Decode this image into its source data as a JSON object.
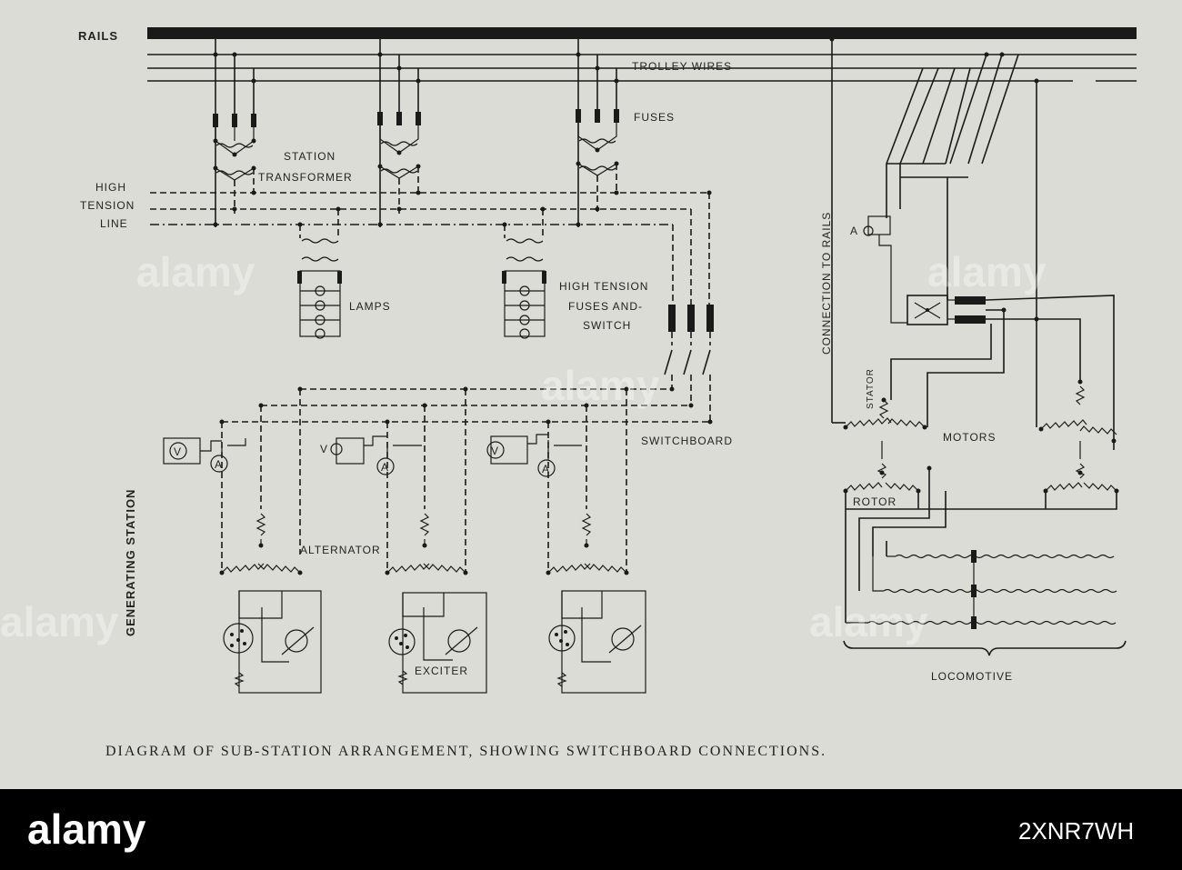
{
  "labels": {
    "rails": "RAILS",
    "trolley_wires": "TROLLEY  WIRES",
    "fuses": "FUSES",
    "station": "STATION",
    "transformer": "TRANSFORMER",
    "high": "HIGH",
    "tension": "TENSION",
    "line": "LINE",
    "lamps": "LAMPS",
    "ht_fuses_1": "HIGH TENSION",
    "ht_fuses_2": "FUSES AND-",
    "ht_fuses_3": "SWITCH",
    "switchboard": "SWITCHBOARD",
    "generating_station": "GENERATING STATION",
    "alternator": "ALTERNATOR",
    "exciter": "EXCITER",
    "connection_to_rails": "CONNECTION TO RAILS",
    "stator": "STATOR",
    "motors": "MOTORS",
    "rotor": "ROTOR",
    "locomotive": "LOCOMOTIVE",
    "meter_a": "A",
    "meter_v": "V"
  },
  "caption": "DIAGRAM OF SUB-STATION ARRANGEMENT, SHOWING SWITCHBOARD CONNECTIONS.",
  "watermark": {
    "brand": "alamy",
    "image_id": "2XNR7WH"
  }
}
